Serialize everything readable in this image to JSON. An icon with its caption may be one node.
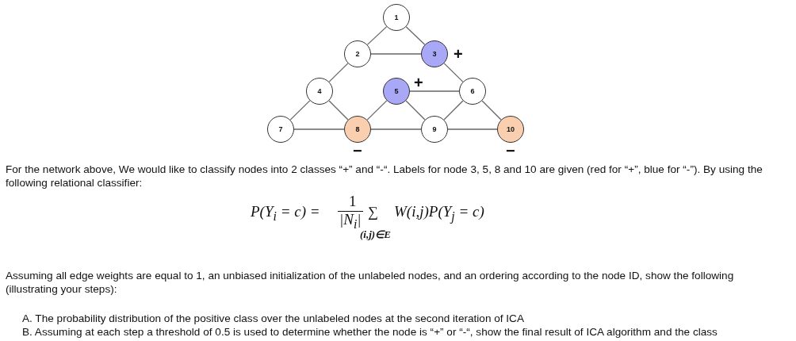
{
  "diagram": {
    "nodes": [
      {
        "text": [
          "1"
        ]
      },
      {
        "text": [
          "2"
        ]
      },
      {
        "text": [
          "3"
        ],
        "beside": [
          "+"
        ]
      },
      {
        "text": [
          "4"
        ]
      },
      {
        "text": [
          "5"
        ],
        "beside": [
          "+"
        ]
      },
      {
        "text": [
          "6"
        ]
      },
      {
        "text": [
          "7"
        ]
      },
      {
        "text": [
          "8"
        ],
        "beside": [
          "−"
        ]
      },
      {
        "text": [
          "9"
        ]
      },
      {
        "text": [
          "10"
        ],
        "beside": [
          "−"
        ]
      }
    ],
    "edges": [
      {
        "from": 0,
        "to": 1,
        "arrow": "none"
      },
      {
        "from": 0,
        "to": 2,
        "arrow": "none"
      },
      {
        "from": 1,
        "to": 2,
        "arrow": "none"
      },
      {
        "from": 1,
        "to": 3,
        "arrow": "none"
      },
      {
        "from": 2,
        "to": 5,
        "arrow": "none"
      },
      {
        "from": 3,
        "to": 6,
        "arrow": "none"
      },
      {
        "from": 3,
        "to": 7,
        "arrow": "none"
      },
      {
        "from": 4,
        "to": 7,
        "arrow": "none"
      },
      {
        "from": 4,
        "to": 8,
        "arrow": "none"
      },
      {
        "from": 4,
        "to": 5,
        "arrow": "none"
      },
      {
        "from": 5,
        "to": 8,
        "arrow": "none"
      },
      {
        "from": 5,
        "to": 9,
        "arrow": "none"
      },
      {
        "from": 6,
        "to": 7,
        "arrow": "none"
      },
      {
        "from": 7,
        "to": 8,
        "arrow": "none"
      },
      {
        "from": 8,
        "to": 9,
        "arrow": "none"
      }
    ],
    "labels": [
      "For the network above, We would like to classify nodes into 2 classes “+” and “-“. Labels for node 3, 5, 8 and 10 are given (red for “+”, blue for “-”). By using the following relational classifier:",
      "P(Y$_{i}$ = c) =",
      "1",
      "|N$_{i}$|",
      "∑",
      "(i,j)∈E",
      "W(i,j)P(Y$_{j}$ = c)",
      "Assuming all edge weights are equal to 1, an unbiased initialization of the unlabeled nodes, and an ordering according to the node ID, show the following (illustrating your steps):",
      "A. The probability distribution of the positive class over the unlabeled nodes at the second iteration of ICA",
      "B. Assuming at each step a threshold of 0.5 is used to determine whether the node is “+” or “-“, show the final result of ICA algorithm and the class"
    ]
  }
}
